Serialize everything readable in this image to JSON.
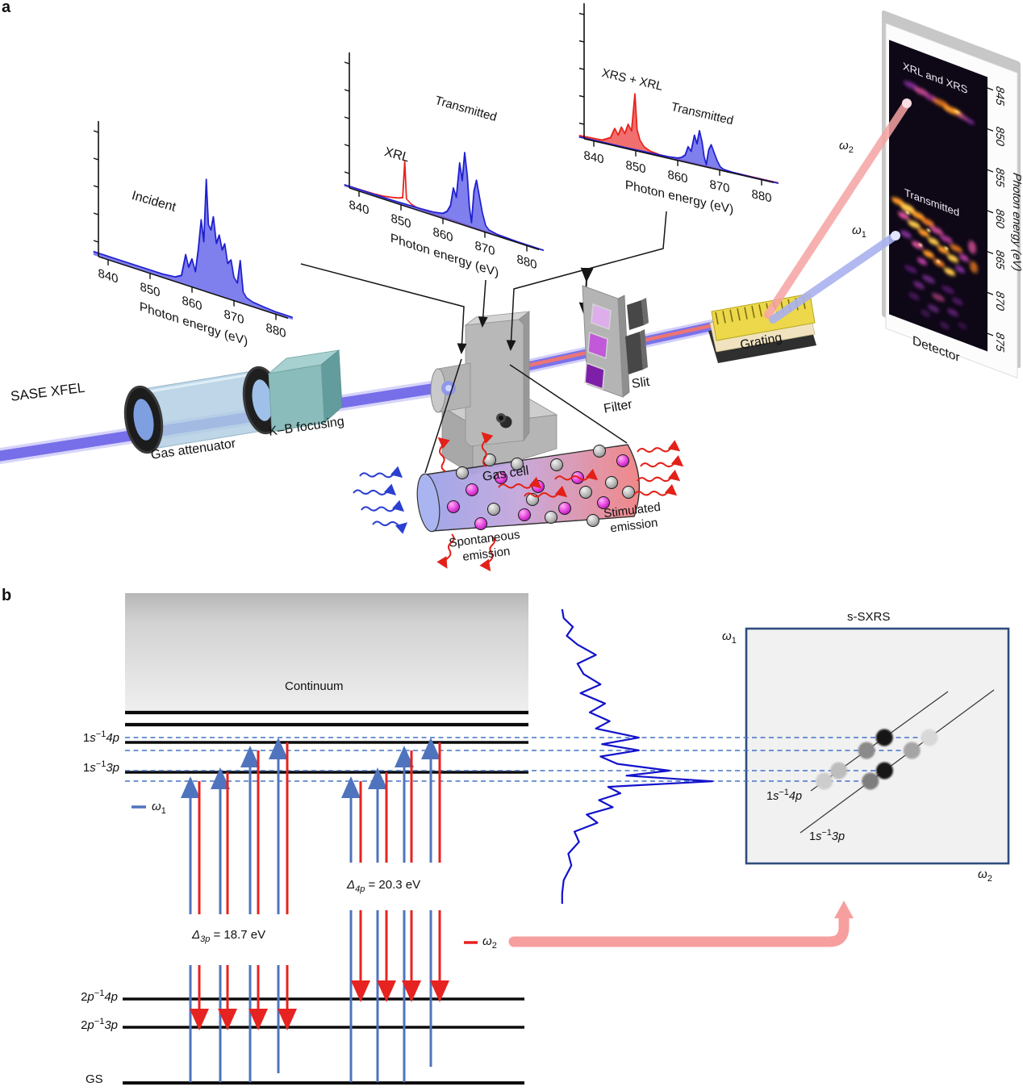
{
  "panel_a": {
    "label": "a",
    "axis_label": "Photon energy (eV)",
    "x_ticks": [
      "840",
      "850",
      "860",
      "870",
      "880"
    ],
    "insets": {
      "incident": "Incident",
      "xrl": "XRL",
      "transmitted2": "Transmitted",
      "xrs_xrl": "XRS + XRL",
      "transmitted3": "Transmitted"
    },
    "components": {
      "sase": "SASE XFEL",
      "attenuator": "Gas attenuator",
      "kb": "K–B focusing",
      "gas_cell": "Gas cell",
      "filter": "Filter",
      "slit": "Slit",
      "grating": "Grating",
      "spont_line1": "Spontaneous",
      "spont_line2": "emission",
      "stim_line1": "Stimulated",
      "stim_line2": "emission"
    },
    "detector": {
      "label": "Detector",
      "band_top": "XRL and XRS",
      "band_bottom": "Transmitted",
      "ticks": [
        "845",
        "850",
        "855",
        "860",
        "865",
        "870",
        "875"
      ],
      "axis_label": "Photon energy (eV)"
    },
    "beams": {
      "omega2": {
        "sym": "ω",
        "sub": "2"
      },
      "omega1": {
        "sym": "ω",
        "sub": "1"
      }
    },
    "colors": {
      "beam_blue": "#6d63e8",
      "beam_red": "#f2766f",
      "accent_red": "#e8231c",
      "accent_blue": "#2020cf"
    }
  },
  "panel_b": {
    "label": "b",
    "continuum": "Continuum",
    "levels": {
      "s4p": {
        "b": "1",
        "i1": "s",
        "sup": "−1",
        "i2": "4p"
      },
      "s3p": {
        "b": "1",
        "i1": "s",
        "sup": "−1",
        "i2": "3p"
      },
      "p4p": {
        "b": "2",
        "i1": "p",
        "sup": "−1",
        "i2": "4p"
      },
      "p3p": {
        "b": "2",
        "i1": "p",
        "sup": "−1",
        "i2": "3p"
      },
      "gs": "GS"
    },
    "legend": {
      "omega1": {
        "sym": "ω",
        "sub": "1"
      },
      "omega2": {
        "sym": "ω",
        "sub": "2"
      }
    },
    "delta_3p": {
      "sym": "Δ",
      "sub": "3p",
      "rest": " = 18.7 eV"
    },
    "delta_4p": {
      "sym": "Δ",
      "sub": "4p",
      "rest": " = 20.3 eV"
    },
    "sxrs": {
      "title": "s-SXRS",
      "yaxis": {
        "sym": "ω",
        "sub": "1"
      },
      "xaxis": {
        "sym": "ω",
        "sub": "2"
      },
      "line4p": {
        "b": "1",
        "i1": "s",
        "sup": "−1",
        "i2": "4p"
      },
      "line3p": {
        "b": "1",
        "i1": "s",
        "sup": "−1",
        "i2": "3p"
      }
    }
  },
  "chart_data": {
    "type": "composite",
    "xlabel": "Photon energy (eV)",
    "x_ticks": [
      840,
      850,
      860,
      870,
      880
    ],
    "xmap": {
      "e0": 840,
      "x0": 12,
      "per_ev": 5.2
    },
    "spectra": {
      "incident": {
        "name": "Incident",
        "color": "#2020cf",
        "fill": "rgba(105,105,235,0.85)",
        "points": [
          [
            836.5,
            3
          ],
          [
            842,
            3
          ],
          [
            846,
            3
          ],
          [
            850,
            3
          ],
          [
            853,
            3
          ],
          [
            856,
            4
          ],
          [
            857.5,
            7
          ],
          [
            858.5,
            26
          ],
          [
            859.2,
            16
          ],
          [
            860,
            24
          ],
          [
            860.8,
            14
          ],
          [
            861.5,
            34
          ],
          [
            862.2,
            60
          ],
          [
            862.8,
            42
          ],
          [
            863.4,
            96
          ],
          [
            863.9,
            58
          ],
          [
            864.5,
            54
          ],
          [
            865.1,
            66
          ],
          [
            865.8,
            44
          ],
          [
            866.5,
            52
          ],
          [
            867.2,
            40
          ],
          [
            867.8,
            46
          ],
          [
            868.5,
            30
          ],
          [
            869.3,
            34
          ],
          [
            870,
            20
          ],
          [
            870.8,
            16
          ],
          [
            871.5,
            36
          ],
          [
            872.2,
            10
          ],
          [
            873,
            6
          ],
          [
            874.5,
            4
          ],
          [
            877,
            3
          ],
          [
            880,
            2
          ],
          [
            884,
            2
          ]
        ]
      },
      "transmitted": {
        "name": "Transmitted",
        "color": "#2020cf",
        "fill": "rgba(105,105,235,0.85)",
        "points": [
          [
            836.5,
            2
          ],
          [
            848,
            2
          ],
          [
            855,
            3
          ],
          [
            858,
            4
          ],
          [
            860,
            6
          ],
          [
            861,
            10
          ],
          [
            861.8,
            18
          ],
          [
            862.5,
            40
          ],
          [
            863.2,
            30
          ],
          [
            864,
            72
          ],
          [
            864.6,
            52
          ],
          [
            865.2,
            86
          ],
          [
            865.8,
            60
          ],
          [
            866.3,
            24
          ],
          [
            866.8,
            6
          ],
          [
            867.4,
            44
          ],
          [
            868,
            58
          ],
          [
            868.7,
            40
          ],
          [
            869.4,
            22
          ],
          [
            870.2,
            8
          ],
          [
            871,
            4
          ],
          [
            873,
            2
          ],
          [
            878,
            1
          ],
          [
            884,
            1
          ]
        ]
      },
      "xrl": {
        "name": "XRL",
        "color": "#e8231c",
        "fill": "rgba(238,90,90,0.3)",
        "points": [
          [
            836.5,
            2
          ],
          [
            844,
            3
          ],
          [
            846,
            4
          ],
          [
            848,
            6
          ],
          [
            849.5,
            8
          ],
          [
            850.4,
            10
          ],
          [
            850.9,
            58
          ],
          [
            851.3,
            10
          ],
          [
            852.5,
            5
          ],
          [
            854,
            3
          ],
          [
            857,
            2
          ],
          [
            862,
            2
          ],
          [
            868,
            1
          ],
          [
            874,
            1
          ],
          [
            880,
            1
          ],
          [
            884,
            1
          ]
        ]
      },
      "xrs_xrl": {
        "name": "XRS + XRL",
        "color": "#e8231c",
        "fill": "rgba(240,95,95,0.9)",
        "points": [
          [
            836.5,
            3
          ],
          [
            842,
            4
          ],
          [
            844,
            10
          ],
          [
            845,
            24
          ],
          [
            845.8,
            16
          ],
          [
            846.6,
            28
          ],
          [
            847.4,
            20
          ],
          [
            848.2,
            34
          ],
          [
            849,
            26
          ],
          [
            849.8,
            78
          ],
          [
            850.3,
            30
          ],
          [
            851,
            16
          ],
          [
            852,
            8
          ],
          [
            853.5,
            4
          ],
          [
            856,
            2
          ],
          [
            860,
            2
          ],
          [
            866,
            1
          ],
          [
            872,
            1
          ],
          [
            878,
            1
          ],
          [
            884,
            1
          ]
        ]
      }
    },
    "insets": [
      {
        "target": "curves-inset1",
        "series": [
          {
            "ref": "incident",
            "scale": 1.45,
            "area": true
          }
        ]
      },
      {
        "target": "curves-inset2",
        "series": [
          {
            "ref": "xrl",
            "scale": 0.95,
            "area": false
          },
          {
            "ref": "transmitted",
            "scale": 1.05,
            "area": true
          }
        ]
      },
      {
        "target": "curves-inset3",
        "series": [
          {
            "ref": "xrs_xrl",
            "scale": 0.9,
            "area": true
          },
          {
            "ref": "transmitted",
            "scale": 0.5,
            "area": true
          }
        ]
      }
    ],
    "sase_vertical": {
      "target": "vert-spectrum",
      "x": 693,
      "y_top": 755,
      "length": 365,
      "amp": 1.9,
      "color": "#1212cc",
      "points": [
        [
          0,
          2
        ],
        [
          0.03,
          3
        ],
        [
          0.06,
          9
        ],
        [
          0.09,
          5
        ],
        [
          0.12,
          12
        ],
        [
          0.155,
          24
        ],
        [
          0.185,
          12
        ],
        [
          0.22,
          16
        ],
        [
          0.255,
          27
        ],
        [
          0.285,
          14
        ],
        [
          0.32,
          30
        ],
        [
          0.35,
          20
        ],
        [
          0.38,
          33
        ],
        [
          0.405,
          24
        ],
        [
          0.436,
          52
        ],
        [
          0.458,
          28
        ],
        [
          0.479,
          52
        ],
        [
          0.5,
          27
        ],
        [
          0.525,
          38
        ],
        [
          0.548,
          72
        ],
        [
          0.565,
          44
        ],
        [
          0.584,
          100
        ],
        [
          0.603,
          32
        ],
        [
          0.625,
          40
        ],
        [
          0.648,
          26
        ],
        [
          0.672,
          35
        ],
        [
          0.697,
          18
        ],
        [
          0.725,
          25
        ],
        [
          0.755,
          10
        ],
        [
          0.79,
          13
        ],
        [
          0.83,
          6
        ],
        [
          0.87,
          8
        ],
        [
          0.92,
          3
        ],
        [
          0.965,
          2
        ],
        [
          1,
          2
        ]
      ]
    },
    "energy_levels_eV": {
      "delta_3p": 18.7,
      "delta_4p": 20.3
    },
    "detector_axis": {
      "ticks": [
        845,
        850,
        855,
        860,
        865,
        870,
        875
      ],
      "label": "Photon energy (eV)"
    },
    "sxrs_map": {
      "rows_y": [
        914,
        930,
        955,
        968
      ],
      "row_x_start": 155,
      "row_x_end": [
        1158,
        1136,
        1102,
        1085
      ],
      "lines": {
        "p4": [
          1005,
          980,
          1175,
          857
        ],
        "p3": [
          992,
          1032,
          1232,
          855
        ]
      },
      "dots": [
        [
          "p4",
          968,
          "#cdcdcd"
        ],
        [
          "p4",
          955,
          "#bdbdbd"
        ],
        [
          "p4",
          930,
          "#8a8a8a"
        ],
        [
          "p4",
          914,
          "#141414"
        ],
        [
          "p3",
          968,
          "#7e7e7e"
        ],
        [
          "p3",
          955,
          "#141414"
        ],
        [
          "p3",
          930,
          "#a5a5a5"
        ],
        [
          "p3",
          914,
          "#d8d8d8"
        ]
      ]
    }
  }
}
